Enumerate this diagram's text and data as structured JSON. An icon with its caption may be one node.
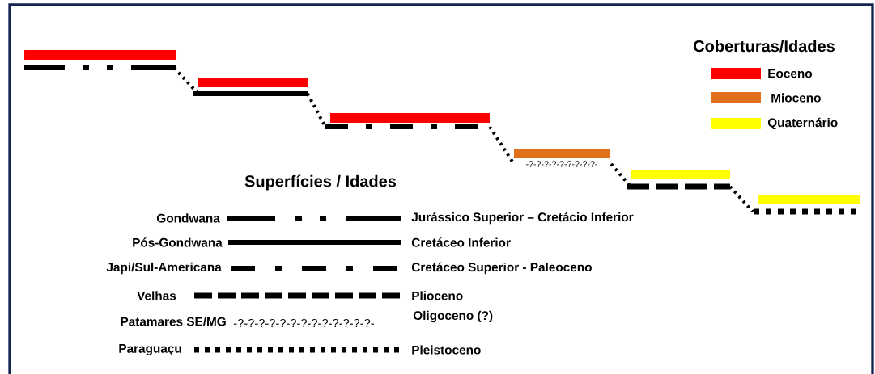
{
  "diagram": {
    "labels": [
      "Coberturas/Idades",
      "-?-?-?-?-?-?-?-?-?-",
      "Superfícies / Idades",
      "Jurássico Superior – Cretácio Inferior",
      "Cretáceo Inferior",
      "Cretáceo Superior - Paleoceno",
      "Plioceno",
      "-?-?-?-?-?-?-?-?-?-?-?-?-?-",
      "Oligoceno  (?)",
      "Pleistoceno"
    ],
    "legend": [
      {
        "text": "Eoceno",
        "color": "#ff0000"
      },
      {
        "text": "Mioceno",
        "color": "#e0701c"
      },
      {
        "text": "Quaternário",
        "color": "#ffff00"
      },
      {
        "text": "Gondwana"
      },
      {
        "text": "Pós-Gondwana"
      },
      {
        "text": "Japi/Sul-Americana"
      },
      {
        "text": "Velhas"
      },
      {
        "text": "Patamares SE/MG"
      },
      {
        "text": "Paraguaçu"
      }
    ]
  }
}
